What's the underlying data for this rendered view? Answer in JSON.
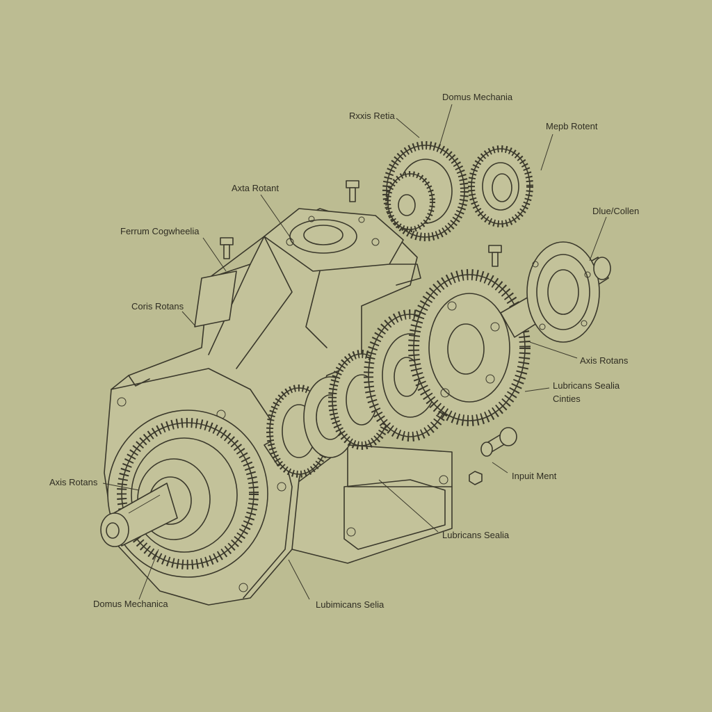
{
  "labels": {
    "domus_mechania_top": "Domus Mechania",
    "rxis_retia": "Rxxis Retia",
    "mepb_rotent": "Mepb Rotent",
    "axta_rotant": "Axta Rotant",
    "duel_collen": "Dlue/Collen",
    "ferrum_cogwheelia": "Ferrum Cogwheelia",
    "coris_rotans": "Coris Rotans",
    "axis_rotans_right": "Axis Rotans",
    "lubricans_sealia_cinties_1": "Lubricans Sealia",
    "lubricans_sealia_cinties_2": "Cinties",
    "input_ment": "Inpuit Ment",
    "axis_rotans_left": "Axis Rotans",
    "lubricans_sealia_mid": "Lubricans Sealia",
    "domus_mechanica_bottom": "Domus Mechanica",
    "lubimicans_selia": "Lubimicans Selia"
  },
  "colors": {
    "paper": "#bcbc92",
    "ink": "#3a382b"
  }
}
